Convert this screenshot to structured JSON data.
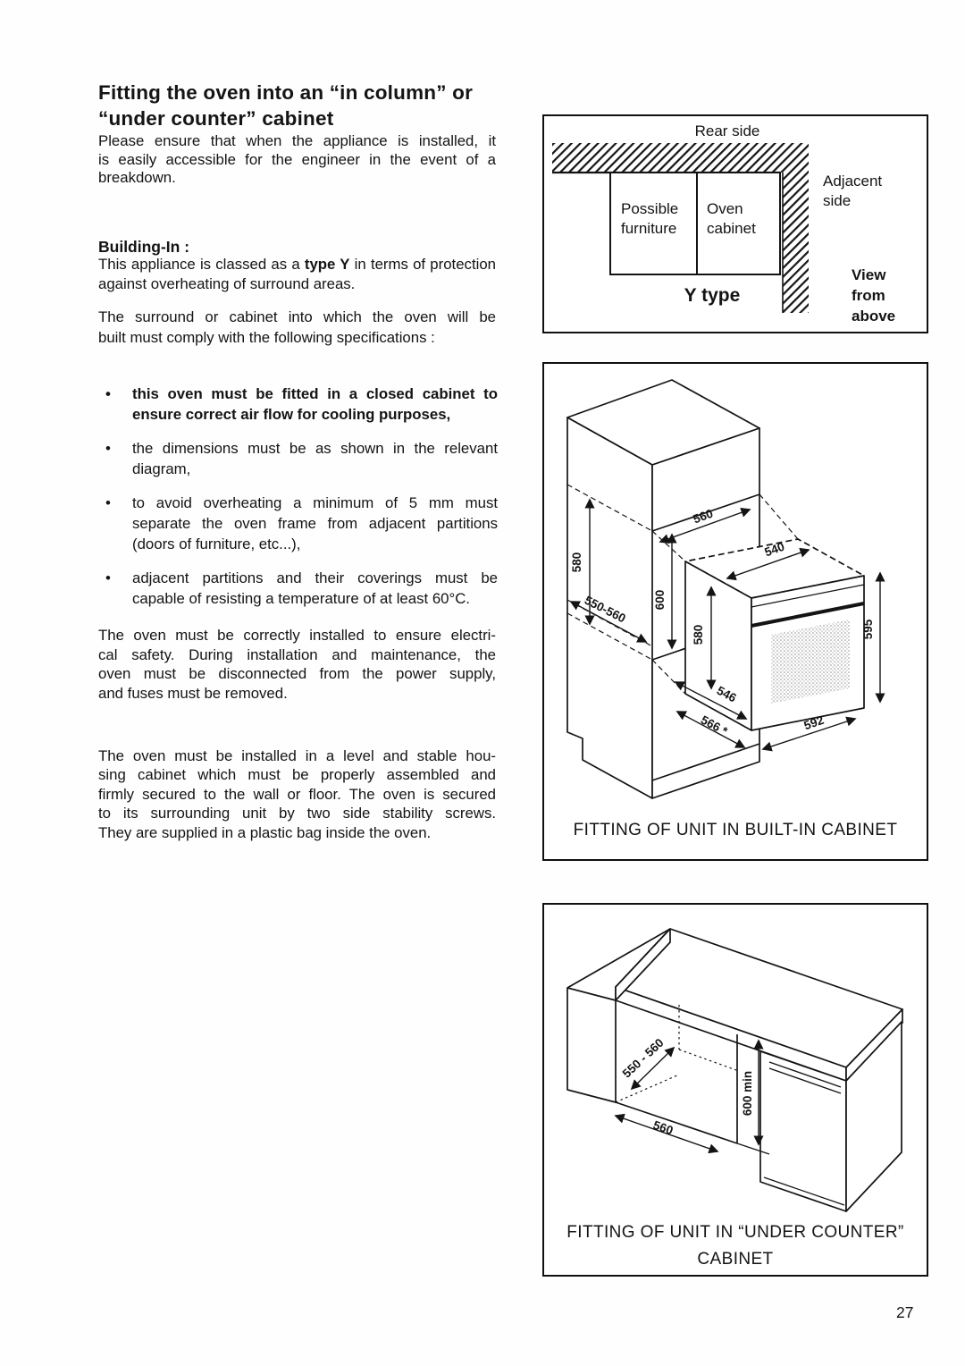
{
  "page": {
    "number": "27"
  },
  "article": {
    "bullet_glyph": "•",
    "title_lines": [
      "Fitting the oven into an “in column” or",
      "“under counter” cabinet"
    ],
    "intro_lines": [
      "Please ensure that when the appliance is installed, it",
      "is easily accessible for the engineer in the event of a",
      "breakdown."
    ],
    "building_in": {
      "heading": "Building-In :",
      "type_y_pre": "This appliance is classed as a ",
      "type_y_bold": "type Y",
      "type_y_post": " in terms of protection against overheating of surround areas.",
      "surround_lines": [
        "The surround or cabinet into which the oven will be",
        "built must comply with the following specifications :"
      ]
    },
    "bullets": [
      {
        "lines": [
          "this oven must be fitted in a closed cabinet to",
          "ensure correct air flow for cooling purposes,"
        ]
      },
      {
        "lines": [
          "the dimensions must be as shown in the relevant",
          "diagram,"
        ]
      },
      {
        "lines": [
          "to avoid overheating a minimum of 5 mm must",
          "separate the oven frame from adjacent partitions",
          "(doors of furniture, etc...),"
        ]
      },
      {
        "lines": [
          "adjacent partitions and their coverings must be",
          "capable of resisting a temperature of at least 60°C."
        ]
      }
    ],
    "electrical_lines": [
      "The oven must be correctly installed to ensure electri-",
      "cal safety. During installation and maintenance, the",
      "oven must be disconnected from the power supply,",
      "and fuses must be removed."
    ],
    "installation_lines": [
      "The oven must be installed in a level and stable hou-",
      "sing cabinet which must be properly assembled and",
      "firmly secured to the wall or floor. The oven is secured",
      "to its surrounding unit by two side stability screws.",
      "They are supplied in a plastic bag inside the oven."
    ]
  },
  "diagram_y_type": {
    "rear_side": "Rear side",
    "possible_furniture_lines": [
      "Possible",
      "furniture"
    ],
    "oven_cabinet_lines": [
      "Oven",
      "cabinet"
    ],
    "adjacent_side_lines": [
      "Adjacent",
      "side"
    ],
    "type_label": "Y type",
    "view_lines": [
      "View",
      "from",
      "above"
    ]
  },
  "diagram_built_in": {
    "caption": "FITTING OF UNIT IN BUILT-IN CABINET",
    "dim_niche_height": "580",
    "dim_niche_depth": "550-560",
    "dim_opening_height": "600",
    "dim_opening_width": "560",
    "dim_oven_top_width": "540",
    "dim_oven_side_height": "580",
    "dim_oven_depth": "546",
    "dim_oven_total_depth": "566 *",
    "dim_oven_front_width": "592",
    "dim_oven_front_height": "595"
  },
  "diagram_under_counter": {
    "caption_lines": [
      "FITTING OF UNIT IN “UNDER COUNTER”",
      "CABINET"
    ],
    "dim_depth": "550 - 560",
    "dim_width": "560",
    "dim_height": "600 min"
  }
}
